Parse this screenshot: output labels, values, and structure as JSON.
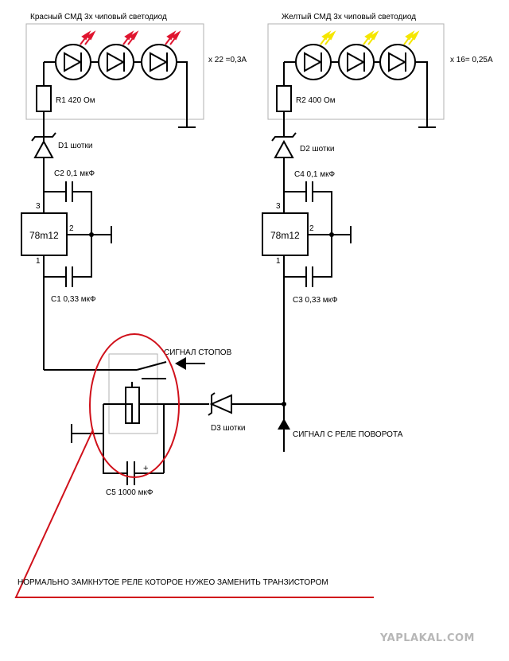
{
  "red_panel": {
    "title": "Красный СМД 3х чиповый светодиод",
    "multiplier": "x 22 =0,3А",
    "resistor": "R1 420 Ом",
    "diode": "D1 шотки",
    "cap_top": "C2 0,1 мкФ",
    "cap_bottom": "C1 0,33 мкФ",
    "regulator": "78m12",
    "pin_in": "1",
    "pin_gnd": "2",
    "pin_out": "3"
  },
  "yellow_panel": {
    "title": "Желтый СМД 3х чиповый светодиод",
    "multiplier": "x 16= 0,25А",
    "resistor": "R2 400 Ом",
    "diode": "D2 шотки",
    "cap_top": "C4 0,1 мкФ",
    "cap_bottom": "C3 0,33 мкФ",
    "regulator": "78m12",
    "pin_in": "1",
    "pin_gnd": "2",
    "pin_out": "3"
  },
  "relay_section": {
    "stop_signal": "СИГНАЛ СТОПОВ",
    "turn_signal": "СИГНАЛ С РЕЛЕ ПОВОРОТА",
    "diode3": "D3 шотки",
    "capacitor": "C5 1000 мкФ",
    "plus_sign": "+",
    "note": "НОРМАЛЬНО ЗАМКНУТОЕ РЕЛЕ КОТОРОЕ НУЖЕО ЗАМЕНИТЬ ТРАНЗИСТОРОМ"
  },
  "watermark": "YAPLAKAL.COM",
  "colors": {
    "wire": "#000000",
    "red_led_arrow": "#e0152f",
    "yellow_led_arrow": "#f5e600",
    "highlight": "#d0111b",
    "panel_border": "#b0b0b0"
  }
}
